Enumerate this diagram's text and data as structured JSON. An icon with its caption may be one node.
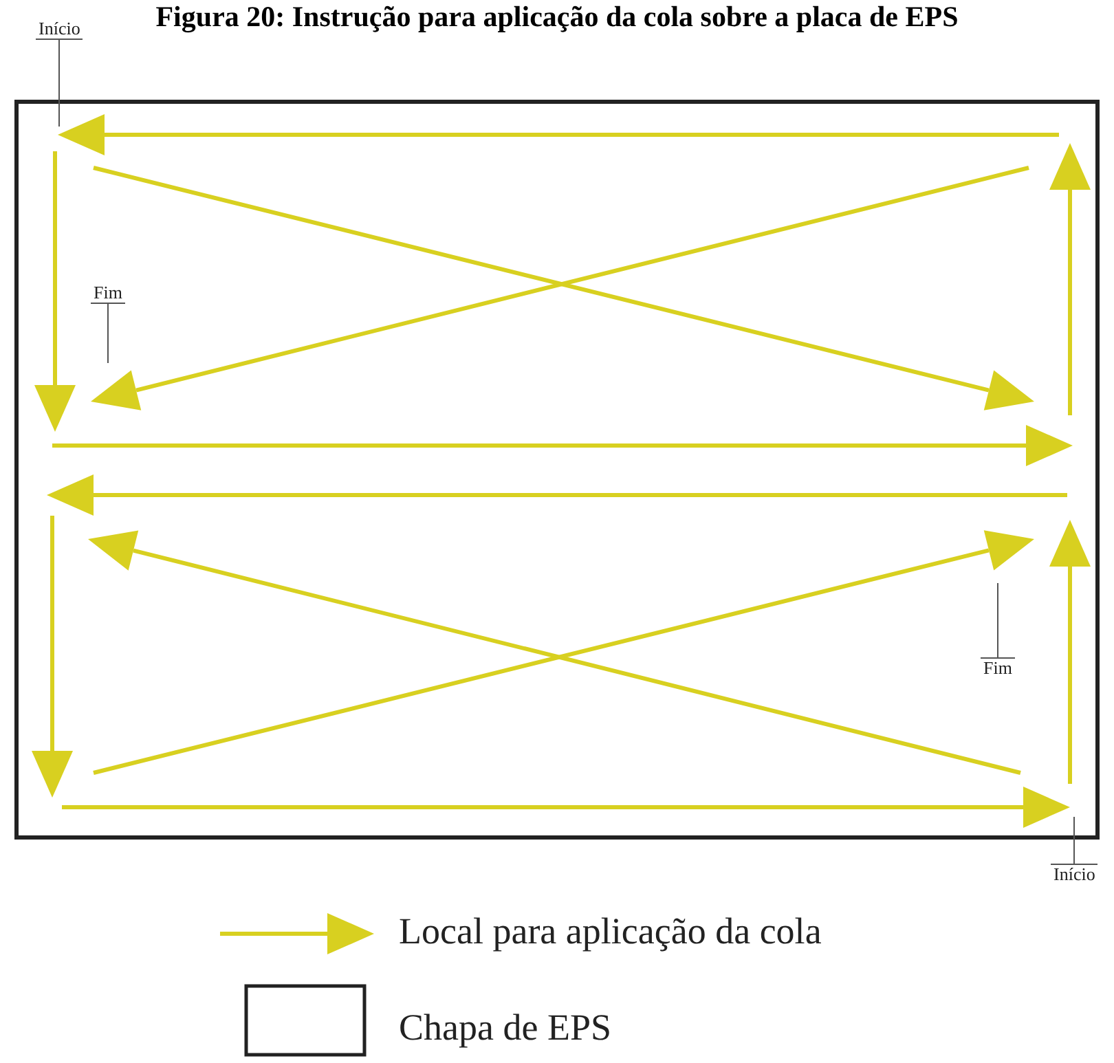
{
  "diagram": {
    "title": "Figura 20: Instrução para aplicação da cola sobre a placa de EPS",
    "nodes": [
      {
        "text": [
          "Início"
        ]
      },
      {
        "text": [
          "Fim"
        ]
      },
      {
        "text": [
          "Fim"
        ]
      },
      {
        "text": [
          "Início"
        ]
      }
    ],
    "edges": [
      {
        "from": 0,
        "to": null,
        "arrow": "none"
      },
      {
        "from": 1,
        "to": null,
        "arrow": "none"
      },
      {
        "from": 2,
        "to": null,
        "arrow": "none"
      },
      {
        "from": 3,
        "to": null,
        "arrow": "none"
      }
    ],
    "legend": [
      {
        "text": "Local para aplicação da cola"
      },
      {
        "text": "Chapa de EPS"
      }
    ]
  }
}
